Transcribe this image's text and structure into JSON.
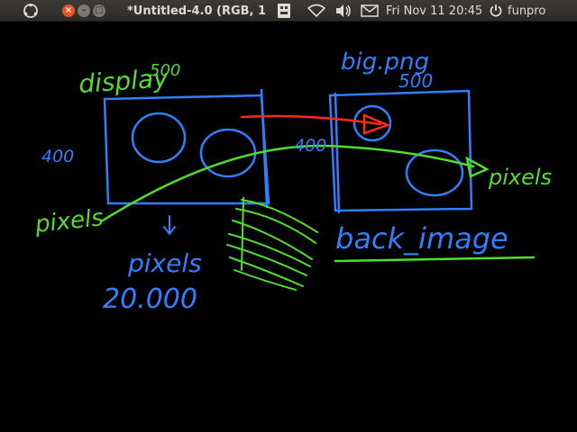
{
  "panel": {
    "window_title": "*Untitled-4.0 (RGB, 1",
    "datetime": "Fri Nov 11 20:45",
    "username": "funpro",
    "icons": [
      "ubuntu-logo-icon",
      "close-icon",
      "minimize-icon",
      "maximize-icon",
      "keyboard-icon",
      "wifi-icon",
      "volume-icon",
      "mail-icon",
      "power-icon"
    ]
  },
  "sketch": {
    "left_box": {
      "title": "display",
      "width_label": "500",
      "height_label": "400"
    },
    "right_box": {
      "title": "big.png",
      "width_label": "500",
      "height_label": "400"
    },
    "labels": {
      "pixels_left": "pixels",
      "pixels_right": "pixels",
      "pixels_bottom": "pixels",
      "count": "20.000",
      "back_image": "back_image"
    },
    "colors": {
      "blue": "#2f7fff",
      "green": "#4fde2a",
      "red": "#ff2a1a",
      "background": "#000000"
    }
  }
}
